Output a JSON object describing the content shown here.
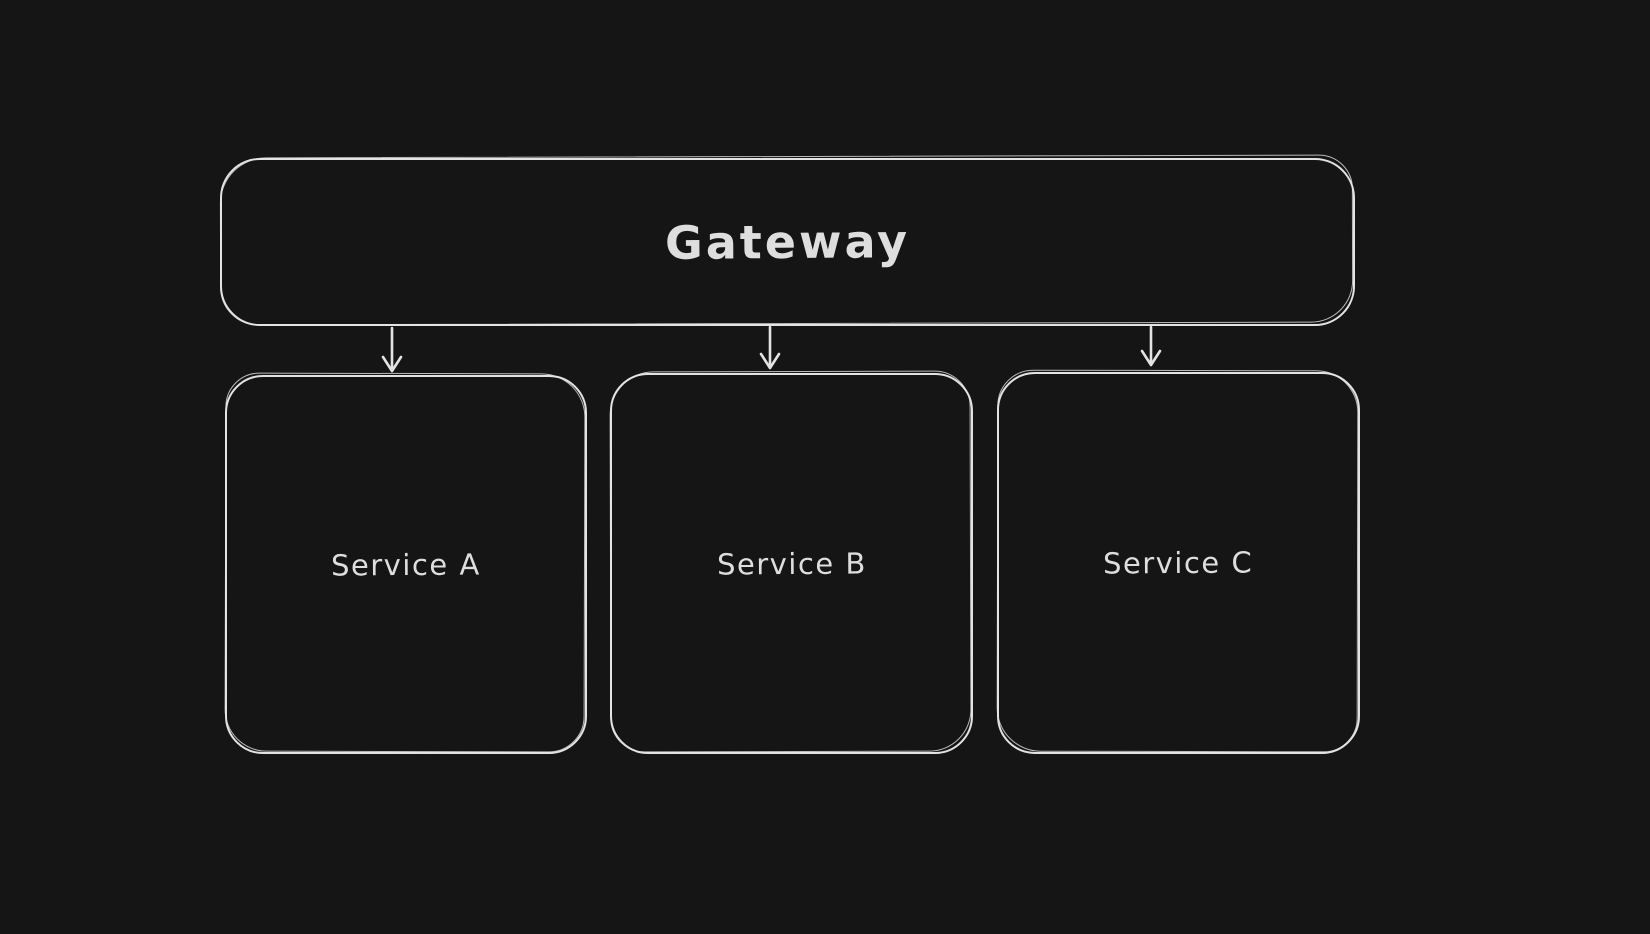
{
  "colors": {
    "background": "#151515",
    "stroke": "#e3e3e3",
    "text": "#dedede"
  },
  "diagram": {
    "type": "architecture-diagram",
    "nodes": [
      {
        "id": "gateway",
        "label": "Gateway"
      },
      {
        "id": "service-a",
        "label": "Service A"
      },
      {
        "id": "service-b",
        "label": "Service B"
      },
      {
        "id": "service-c",
        "label": "Service C"
      }
    ],
    "edges": [
      {
        "from": "Gateway",
        "to": "Service A",
        "style": "arrow-down"
      },
      {
        "from": "Gateway",
        "to": "Service B",
        "style": "arrow-down"
      },
      {
        "from": "Gateway",
        "to": "Service C",
        "style": "arrow-down"
      }
    ]
  }
}
